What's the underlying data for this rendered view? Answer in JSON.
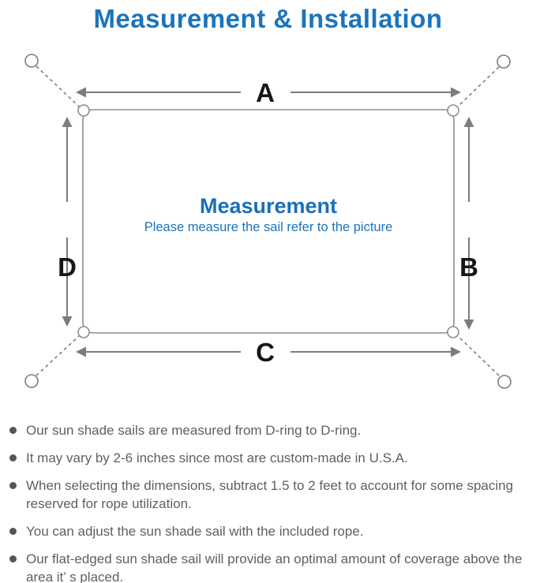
{
  "title": "Measurement & Installation",
  "colors": {
    "accent_blue": "#1b74bc",
    "line_gray": "#7c7c7c",
    "sail_border_gray": "#8e8e8e",
    "label_black": "#161616",
    "body_text_gray": "#5f5f5f"
  },
  "diagram": {
    "center_title": "Measurement",
    "center_subtitle": "Please measure the sail refer to the picture",
    "edge_labels": {
      "top": "A",
      "right": "B",
      "bottom": "C",
      "left": "D"
    },
    "icons": {
      "anchor_point": "anchor-point-circle-icon",
      "corner_ring": "d-ring-icon",
      "rope": "dashed-rope-line"
    }
  },
  "bullets": [
    "Our sun shade sails are measured from D-ring to D-ring.",
    "It may vary by 2-6 inches since most are custom-made in U.S.A.",
    "When selecting the dimensions, subtract 1.5 to 2 feet to account for some spacing reserved for rope utilization.",
    "You can adjust the sun shade sail with the included rope.",
    "Our flat-edged sun shade sail will provide an optimal amount of coverage above the area it’ s placed."
  ]
}
